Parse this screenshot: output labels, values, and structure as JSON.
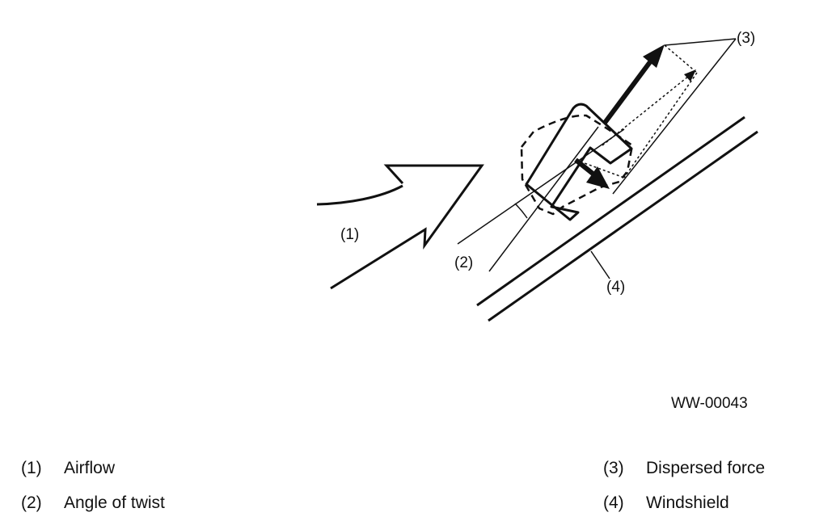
{
  "diagram": {
    "callouts": [
      "(1)",
      "(2)",
      "(3)",
      "(4)"
    ],
    "figure_code": "WW-00043"
  },
  "legend": [
    {
      "num": "(1)",
      "label": "Airflow"
    },
    {
      "num": "(2)",
      "label": "Angle of twist"
    },
    {
      "num": "(3)",
      "label": "Dispersed force"
    },
    {
      "num": "(4)",
      "label": "Windshield"
    }
  ],
  "colors": {
    "ink": "#111111",
    "background": "#ffffff"
  }
}
